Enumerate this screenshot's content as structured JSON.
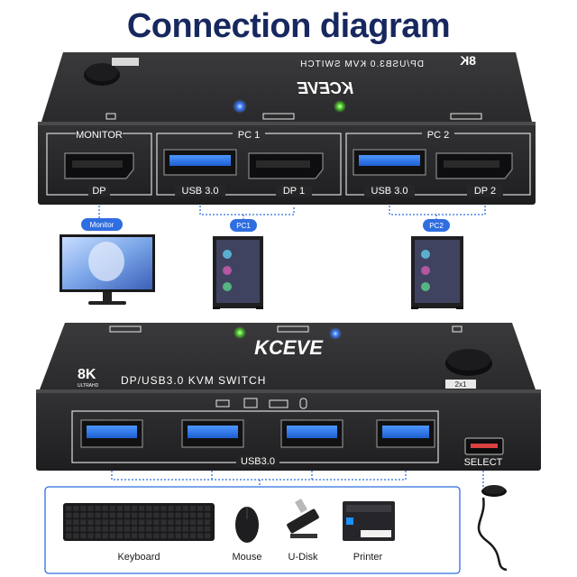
{
  "title": "Connection diagram",
  "top_unit": {
    "brand": "KCEVE",
    "model_text": "DP/USB3.0 KVM SWITCH",
    "badge": "8K",
    "port_group_monitor": "MONITOR",
    "port_group_pc1": "PC 1",
    "port_group_pc2": "PC 2",
    "port_dp": "DP",
    "port_usb_pc1": "USB 3.0",
    "port_dp1": "DP 1",
    "port_usb_pc2": "USB 3.0",
    "port_dp2": "DP 2"
  },
  "pills": {
    "monitor": "Monitor",
    "pc1": "PC1",
    "pc2": "PC2"
  },
  "bottom_unit": {
    "brand": "KCEVE",
    "badge": "8K",
    "badge_sub": "ULTRAHD",
    "model_text": "DP/USB3.0 KVM SWITCH",
    "switch_badge": "2x1",
    "usb_label": "USB3.0",
    "select_label": "SELECT"
  },
  "devices": {
    "keyboard": "Keyboard",
    "mouse": "Mouse",
    "udisk": "U-Disk",
    "printer": "Printer"
  },
  "colors": {
    "title": "#17285f",
    "pill": "#2f6ee0",
    "usb_blue": "#2f7cf0",
    "chassis": "#2b2b2d"
  }
}
